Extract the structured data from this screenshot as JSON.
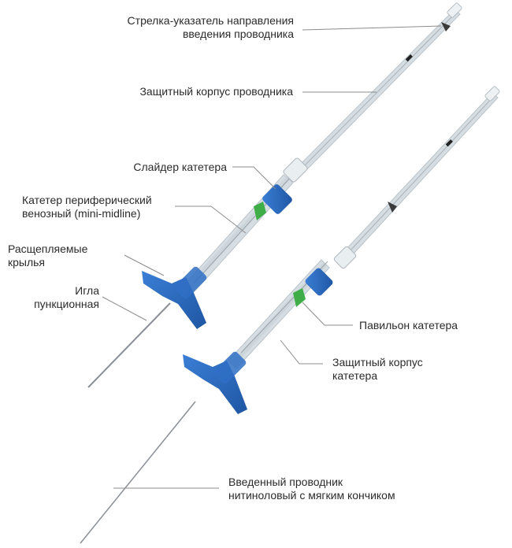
{
  "labels": {
    "arrow_indicator": {
      "line1": "Стрелка-указатель направления",
      "line2": "введения проводника"
    },
    "guidewire_housing": {
      "line1": "Защитный корпус проводника"
    },
    "catheter_slider": {
      "line1": "Слайдер катетера"
    },
    "peripheral_catheter": {
      "line1": "Катетер периферический",
      "line2": "венозный (mini-midline)"
    },
    "split_wings": {
      "line1": "Расщепляемые",
      "line2": "крылья"
    },
    "puncture_needle": {
      "line1": "Игла",
      "line2": "пункционная"
    },
    "catheter_hub": {
      "line1": "Павильон катетера"
    },
    "catheter_housing": {
      "line1": "Защитный корпус",
      "line2": "катетера"
    },
    "nitinol_guidewire": {
      "line1": "Введенный проводник",
      "line2": "нитиноловый с мягким кончиком"
    }
  },
  "colors": {
    "wing_blue": "#2f6fc4",
    "wing_blue_dark": "#1f56a3",
    "slider_green": "#3fae49",
    "leader_line": "#8c8c8c",
    "tube": "#dfe6ea",
    "needle": "#8a9096"
  }
}
